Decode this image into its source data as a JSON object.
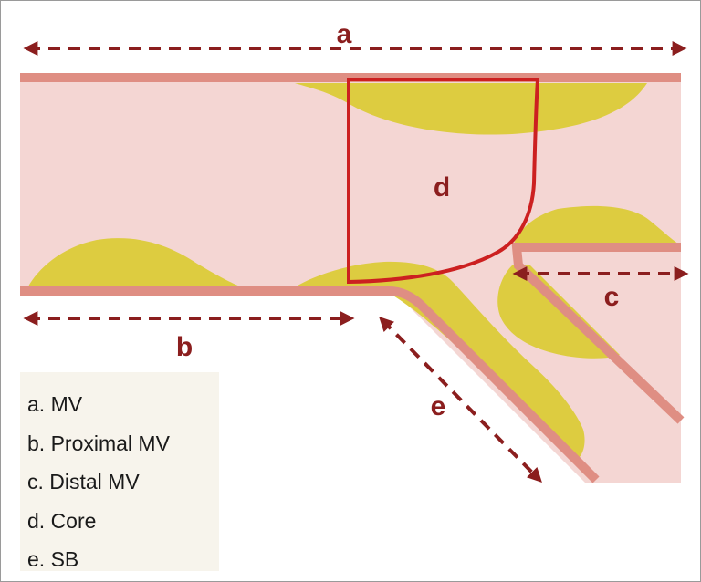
{
  "colors": {
    "lumen": "#f4d6d3",
    "vessel_wall": "#df8e83",
    "plaque": "#ddcc40",
    "arrow": "#8b1e1e",
    "core_outline": "#cc2020",
    "legend_background": "#f7f4ec"
  },
  "labels": {
    "a": "a",
    "b": "b",
    "c": "c",
    "d": "d",
    "e": "e"
  },
  "legend": [
    {
      "text": "a. MV"
    },
    {
      "text": "b. Proximal MV"
    },
    {
      "text": "c. Distal MV"
    },
    {
      "text": "d. Core"
    },
    {
      "text": "e. SB"
    }
  ]
}
